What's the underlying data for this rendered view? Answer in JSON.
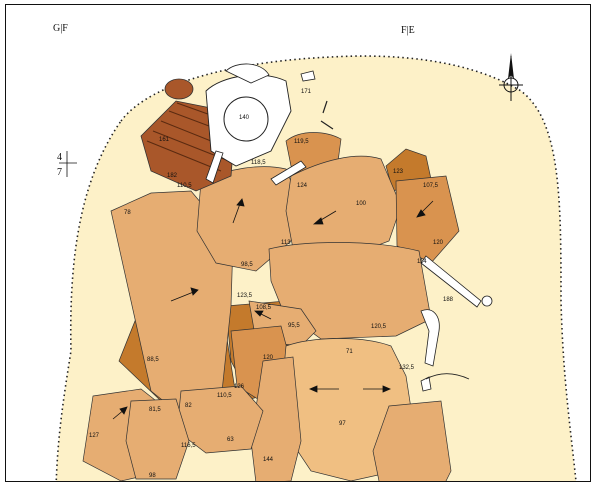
{
  "grid": {
    "gf": "G|F",
    "fe": "F|E",
    "row_top": "4",
    "row_bottom": "7"
  },
  "north_arrow": "N",
  "colors": {
    "background": "#fdf1c8",
    "stone_light": "#e6ad72",
    "stone_mid": "#d9934f",
    "stone_dark": "#c47a2c",
    "wood": "#a9572a",
    "bone": "#ffffff"
  },
  "labels": {
    "l171": "171",
    "l140": "140",
    "l161": "161",
    "l182": "182",
    "l119_5": "119,5",
    "l110_5": "110,5",
    "l118_5": "118,5",
    "l123": "123",
    "l107_5": "107,5",
    "l124": "124",
    "l78": "78",
    "l100": "100",
    "l113": "113",
    "l120a": "120",
    "l114": "114",
    "l98_5": "98,5",
    "l123_5": "123,5",
    "l108_5": "108,5",
    "l188": "188",
    "l95_5": "95,5",
    "l120_5": "120,5",
    "l88_5": "88,5",
    "l120b": "120",
    "l71": "71",
    "l132_5": "132,5",
    "l126": "126",
    "l81_5": "81,5",
    "l110_5b": "110,5",
    "l82": "82",
    "l127": "127",
    "l116_5": "116,5",
    "l63": "63",
    "l97": "97",
    "l144": "144",
    "l98": "98"
  }
}
